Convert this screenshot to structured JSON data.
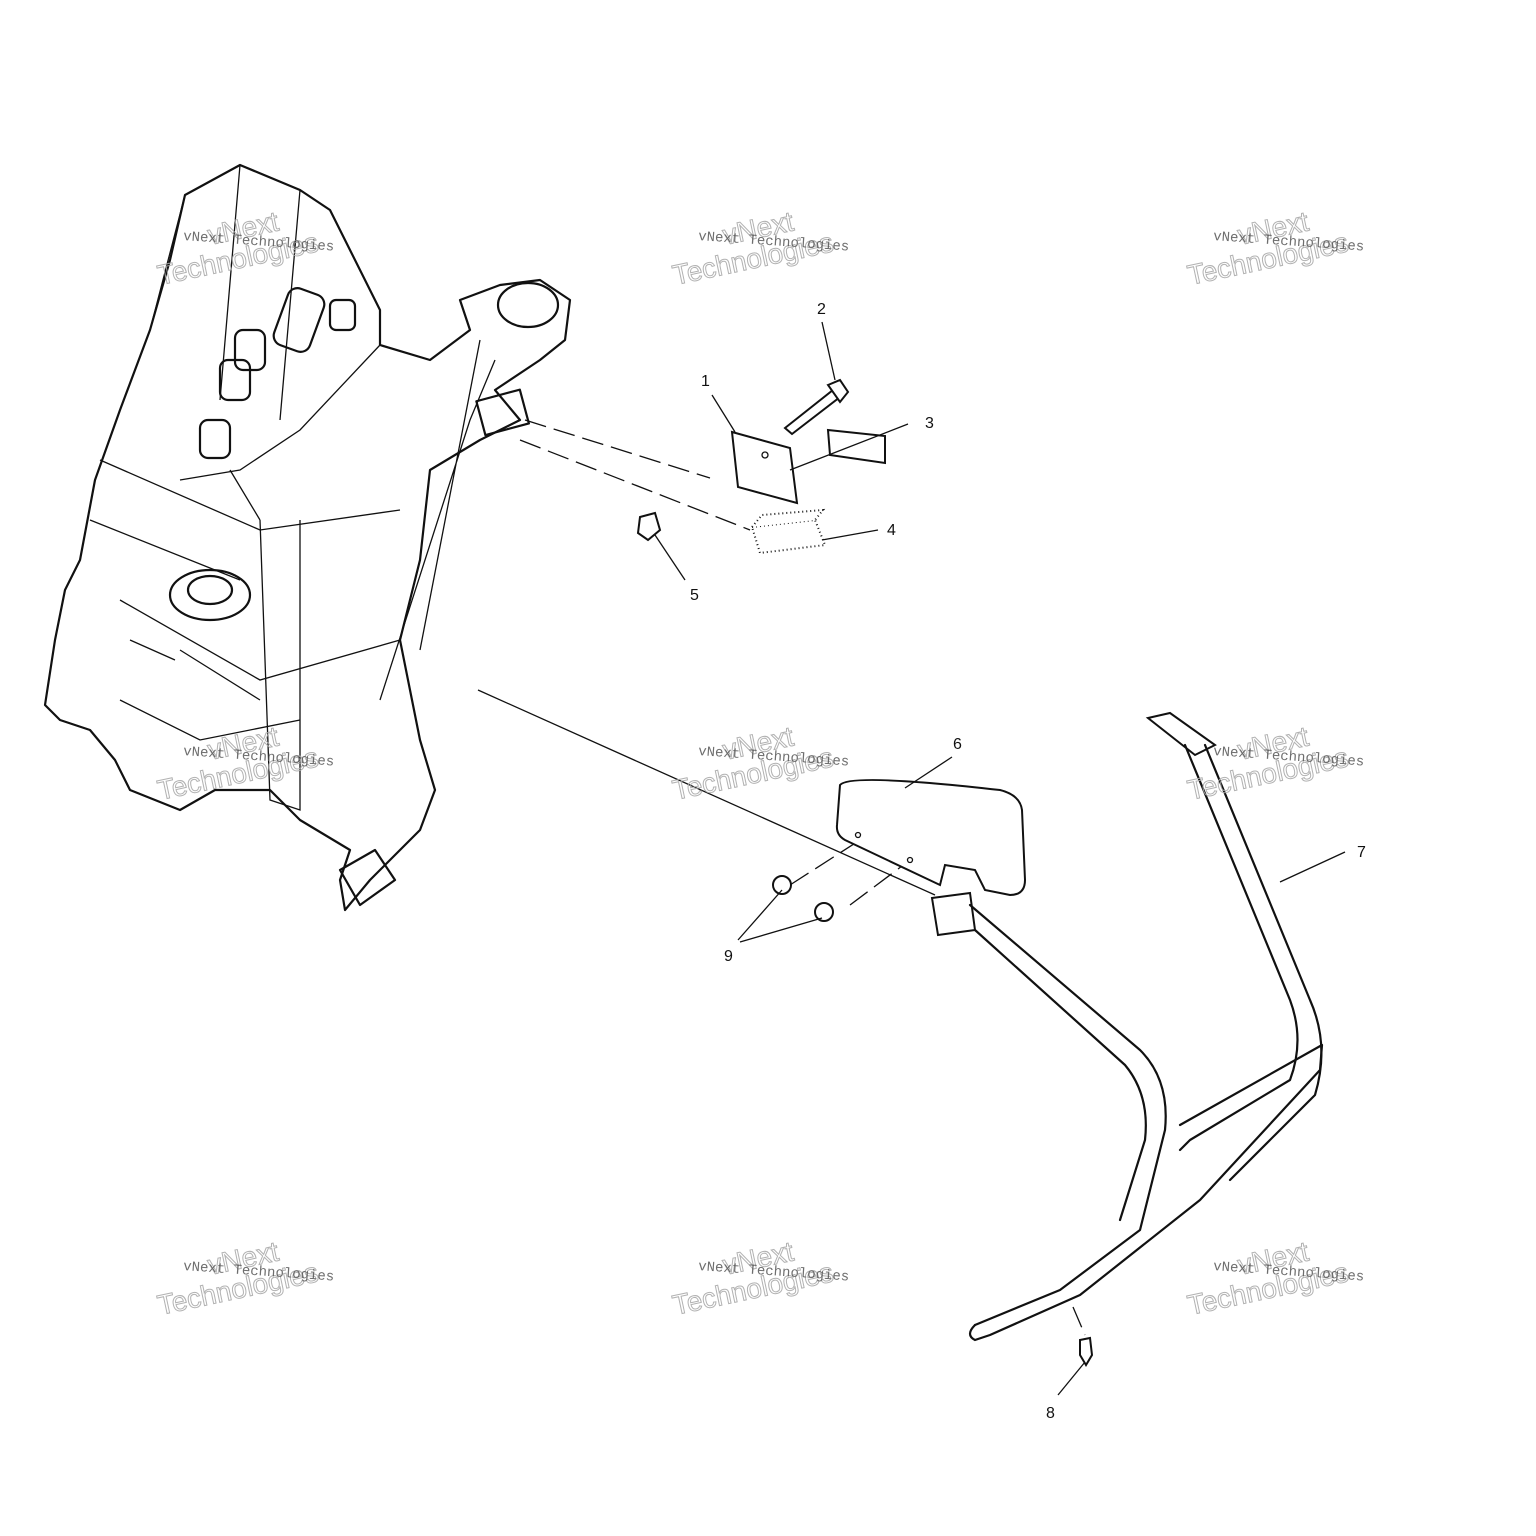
{
  "diagram": {
    "callouts": [
      "1",
      "2",
      "3",
      "4",
      "5",
      "6",
      "7",
      "8",
      "9"
    ],
    "watermark": {
      "line1": "vNext Technologies",
      "line2": "vNext",
      "line3": "Technologies"
    }
  }
}
